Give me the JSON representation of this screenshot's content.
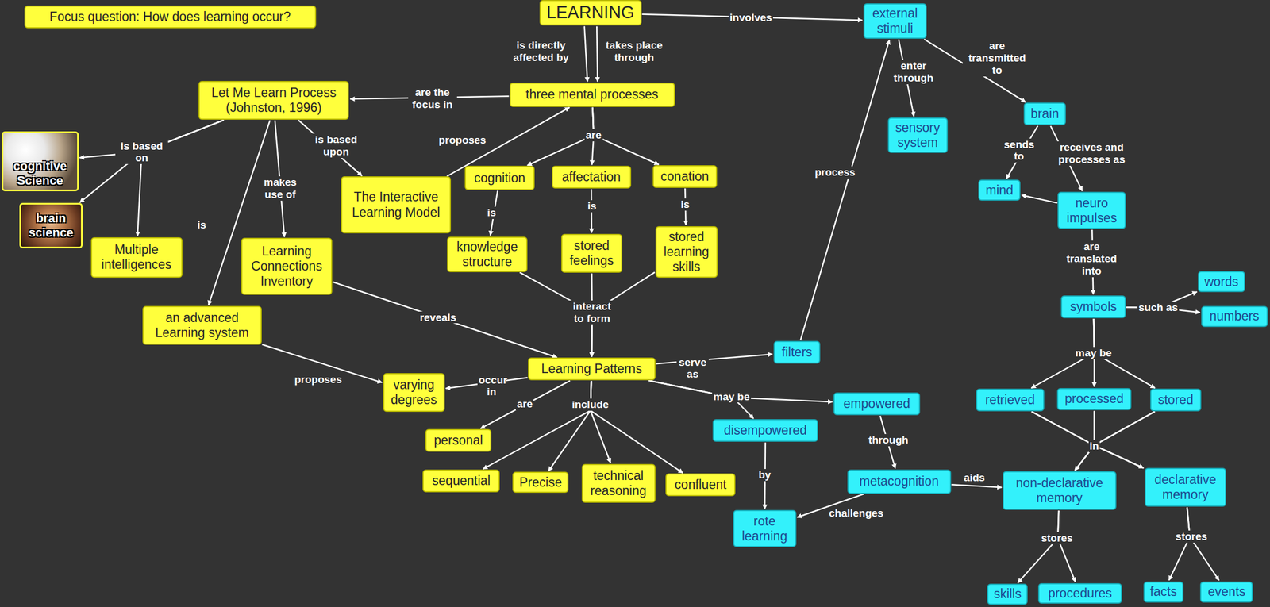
{
  "diagram": {
    "nodes": [
      {
        "text": [
          "Focus question: How does learning occur?"
        ]
      },
      {
        "text": [
          "LEARNING"
        ]
      },
      {
        "text": [
          "external stimuli"
        ]
      },
      {
        "text": [
          "three mental processes"
        ]
      },
      {
        "text": [
          "Let Me Learn Process (Johnston, 1996)"
        ]
      },
      {
        "text": [
          "cognitive Science"
        ]
      },
      {
        "text": [
          "brain science"
        ]
      },
      {
        "text": [
          "Multiple intelligences"
        ]
      },
      {
        "text": [
          "an advanced Learning system"
        ]
      },
      {
        "text": [
          "Learning Connections Inventory"
        ]
      },
      {
        "text": [
          "The Interactive Learning Model"
        ]
      },
      {
        "text": [
          "cognition"
        ]
      },
      {
        "text": [
          "affectation"
        ]
      },
      {
        "text": [
          "conation"
        ]
      },
      {
        "text": [
          "knowledge structure"
        ]
      },
      {
        "text": [
          "stored feelings"
        ]
      },
      {
        "text": [
          "stored learning skills"
        ]
      },
      {
        "text": [
          "Learning Patterns"
        ]
      },
      {
        "text": [
          "varying degrees"
        ]
      },
      {
        "text": [
          "personal"
        ]
      },
      {
        "text": [
          "sequential"
        ]
      },
      {
        "text": [
          "Precise"
        ]
      },
      {
        "text": [
          "technical reasoning"
        ]
      },
      {
        "text": [
          "confluent"
        ]
      },
      {
        "text": [
          "filters"
        ]
      },
      {
        "text": [
          "empowered"
        ]
      },
      {
        "text": [
          "disempowered"
        ]
      },
      {
        "text": [
          "rote learning"
        ]
      },
      {
        "text": [
          "metacognition"
        ]
      },
      {
        "text": [
          "sensory system"
        ]
      },
      {
        "text": [
          "brain"
        ]
      },
      {
        "text": [
          "mind"
        ]
      },
      {
        "text": [
          "neuro impulses"
        ]
      },
      {
        "text": [
          "symbols"
        ]
      },
      {
        "text": [
          "words"
        ]
      },
      {
        "text": [
          "numbers"
        ]
      },
      {
        "text": [
          "retrieved"
        ]
      },
      {
        "text": [
          "processed"
        ]
      },
      {
        "text": [
          "stored"
        ]
      },
      {
        "text": [
          "non-declarative memory"
        ]
      },
      {
        "text": [
          "declarative memory"
        ]
      },
      {
        "text": [
          "skills"
        ]
      },
      {
        "text": [
          "procedures"
        ]
      },
      {
        "text": [
          "facts"
        ]
      },
      {
        "text": [
          "events"
        ]
      }
    ],
    "edges": [
      {
        "from": 1,
        "to": 2,
        "arrow": "to",
        "label": "involves"
      },
      {
        "from": 1,
        "to": 3,
        "arrow": "to",
        "label": "is directly affected by"
      },
      {
        "from": 1,
        "to": 3,
        "arrow": "to",
        "label": "takes place through"
      },
      {
        "from": 3,
        "to": 4,
        "arrow": "to",
        "label": "are the focus in"
      },
      {
        "from": 10,
        "to": 3,
        "arrow": "to",
        "label": "proposes"
      },
      {
        "from": 3,
        "to": 11,
        "arrow": "to"
      },
      {
        "from": 3,
        "to": 12,
        "arrow": "to",
        "label": "are"
      },
      {
        "from": 3,
        "to": 13,
        "arrow": "to"
      },
      {
        "from": 11,
        "to": 14,
        "arrow": "to",
        "label": "is"
      },
      {
        "from": 12,
        "to": 15,
        "arrow": "to",
        "label": "is"
      },
      {
        "from": 13,
        "to": 16,
        "arrow": "to",
        "label": "is"
      },
      {
        "from": 14,
        "to": 17,
        "arrow": "to"
      },
      {
        "from": 15,
        "to": 17,
        "arrow": "to",
        "label": "interact to form"
      },
      {
        "from": 16,
        "to": 17,
        "arrow": "to"
      },
      {
        "from": 4,
        "to": 5,
        "arrow": "to",
        "label": "is based on"
      },
      {
        "from": 4,
        "to": 6,
        "arrow": "to"
      },
      {
        "from": 4,
        "to": 7,
        "arrow": "to"
      },
      {
        "from": 4,
        "to": 8,
        "arrow": "to",
        "label": "is"
      },
      {
        "from": 4,
        "to": 9,
        "arrow": "to",
        "label": "makes use of"
      },
      {
        "from": 4,
        "to": 10,
        "arrow": "to",
        "label": "is based upon"
      },
      {
        "from": 9,
        "to": 17,
        "arrow": "to",
        "label": "reveals"
      },
      {
        "from": 8,
        "to": 18,
        "arrow": "to",
        "label": "proposes"
      },
      {
        "from": 17,
        "to": 18,
        "arrow": "to",
        "label": "occur in"
      },
      {
        "from": 17,
        "to": 19,
        "arrow": "to",
        "label": "are"
      },
      {
        "from": 17,
        "to": 20,
        "arrow": "to",
        "label": "include"
      },
      {
        "from": 17,
        "to": 21,
        "arrow": "to"
      },
      {
        "from": 17,
        "to": 22,
        "arrow": "to"
      },
      {
        "from": 17,
        "to": 23,
        "arrow": "to"
      },
      {
        "from": 17,
        "to": 24,
        "arrow": "to",
        "label": "serve as"
      },
      {
        "from": 17,
        "to": 25,
        "arrow": "to",
        "label": "may be"
      },
      {
        "from": 17,
        "to": 26,
        "arrow": "to"
      },
      {
        "from": 24,
        "to": 2,
        "arrow": "to",
        "label": "process"
      },
      {
        "from": 2,
        "to": 29,
        "arrow": "to",
        "label": "enter through"
      },
      {
        "from": 2,
        "to": 30,
        "arrow": "to",
        "label": "are transmitted to"
      },
      {
        "from": 30,
        "to": 31,
        "arrow": "to",
        "label": "sends to"
      },
      {
        "from": 30,
        "to": 32,
        "arrow": "to",
        "label": "receives and processes as"
      },
      {
        "from": 32,
        "to": 31,
        "arrow": "to"
      },
      {
        "from": 32,
        "to": 33,
        "arrow": "to",
        "label": "are translated into"
      },
      {
        "from": 33,
        "to": 34,
        "arrow": "to",
        "label": "such as"
      },
      {
        "from": 33,
        "to": 35,
        "arrow": "to"
      },
      {
        "from": 33,
        "to": 36,
        "arrow": "to"
      },
      {
        "from": 33,
        "to": 37,
        "arrow": "to",
        "label": "may be"
      },
      {
        "from": 33,
        "to": 38,
        "arrow": "to"
      },
      {
        "from": 36,
        "to": 39,
        "arrow": "to",
        "label": "in"
      },
      {
        "from": 36,
        "to": 40,
        "arrow": "to"
      },
      {
        "from": 37,
        "to": 39,
        "arrow": "to"
      },
      {
        "from": 37,
        "to": 40,
        "arrow": "to"
      },
      {
        "from": 38,
        "to": 39,
        "arrow": "to"
      },
      {
        "from": 38,
        "to": 40,
        "arrow": "to"
      },
      {
        "from": 25,
        "to": 28,
        "arrow": "to",
        "label": "through"
      },
      {
        "from": 26,
        "to": 27,
        "arrow": "to",
        "label": "by"
      },
      {
        "from": 28,
        "to": 27,
        "arrow": "to",
        "label": "challenges"
      },
      {
        "from": 28,
        "to": 39,
        "arrow": "to",
        "label": "aids"
      },
      {
        "from": 39,
        "to": 41,
        "arrow": "to",
        "label": "stores"
      },
      {
        "from": 39,
        "to": 42,
        "arrow": "to"
      },
      {
        "from": 40,
        "to": 43,
        "arrow": "to",
        "label": "stores"
      },
      {
        "from": 40,
        "to": 44,
        "arrow": "to"
      }
    ]
  }
}
